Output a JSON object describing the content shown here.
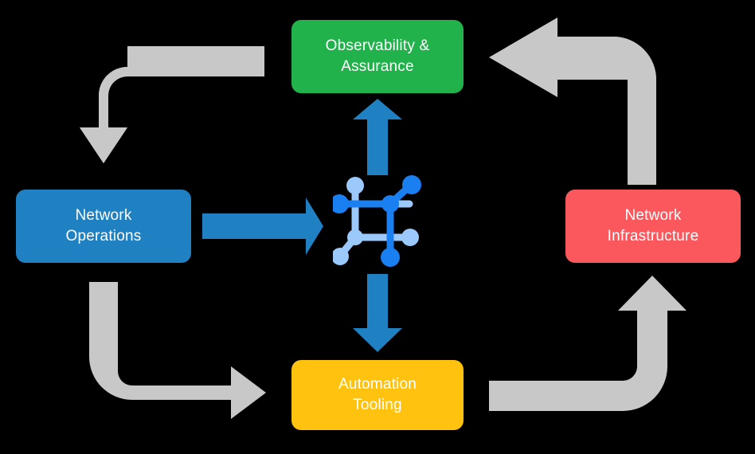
{
  "diagram": {
    "title": "Network operations lifecycle cycle",
    "background_color": "#000000",
    "nodes": [
      {
        "id": "observability",
        "label": "Observability &\nAssurance",
        "color": "#21b24c",
        "position": "top"
      },
      {
        "id": "network-operations",
        "label": "Network\nOperations",
        "color": "#1f80c2",
        "position": "left"
      },
      {
        "id": "network-infrastructure",
        "label": "Network\nInfrastructure",
        "color": "#fb585e",
        "position": "right"
      },
      {
        "id": "automation-tooling",
        "label": "Automation\nTooling",
        "color": "#ffc20e",
        "position": "bottom"
      }
    ],
    "center_icon": {
      "name": "network-topology-icon",
      "node_color_primary": "#1a7ff0",
      "node_color_secondary": "#9cc9fb"
    },
    "arrows": {
      "accent_color": "#1f80c2",
      "flow_color": "#c8c8c8",
      "connectors": [
        {
          "id": "ops-to-center",
          "from": "network-operations",
          "to": "center",
          "style": "straight",
          "direction": "right",
          "color": "#1f80c2"
        },
        {
          "id": "center-to-observability",
          "from": "center",
          "to": "observability",
          "style": "straight",
          "direction": "up",
          "color": "#1f80c2"
        },
        {
          "id": "center-to-automation",
          "from": "center",
          "to": "automation-tooling",
          "style": "straight",
          "direction": "down",
          "color": "#1f80c2"
        },
        {
          "id": "observability-to-operations",
          "from": "observability",
          "to": "network-operations",
          "style": "elbow",
          "direction": "down",
          "color": "#c8c8c8"
        },
        {
          "id": "operations-to-automation",
          "from": "network-operations",
          "to": "automation-tooling",
          "style": "elbow",
          "direction": "right",
          "color": "#c8c8c8"
        },
        {
          "id": "automation-to-infrastructure",
          "from": "automation-tooling",
          "to": "network-infrastructure",
          "style": "elbow",
          "direction": "up",
          "color": "#c8c8c8"
        },
        {
          "id": "infrastructure-to-observability",
          "from": "network-infrastructure",
          "to": "observability",
          "style": "elbow",
          "direction": "left",
          "color": "#c8c8c8"
        }
      ]
    }
  }
}
